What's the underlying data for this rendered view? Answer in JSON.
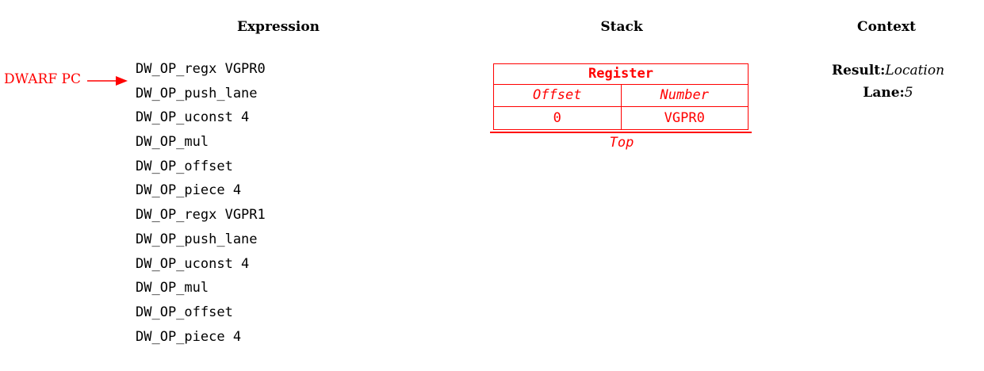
{
  "headings": {
    "expression": "Expression",
    "stack": "Stack",
    "context": "Context"
  },
  "pc": {
    "label": "DWARF PC",
    "color": "#ff0000",
    "points_to_index": 0
  },
  "expression": [
    "DW_OP_regx VGPR0",
    "DW_OP_push_lane",
    "DW_OP_uconst 4",
    "DW_OP_mul",
    "DW_OP_offset",
    "DW_OP_piece 4",
    "DW_OP_regx VGPR1",
    "DW_OP_push_lane",
    "DW_OP_uconst 4",
    "DW_OP_mul",
    "DW_OP_offset",
    "DW_OP_piece 4"
  ],
  "stack": {
    "color": "#ff0000",
    "entry": {
      "title": "Register",
      "columns": [
        "Offset",
        "Number"
      ],
      "values": [
        "0",
        "VGPR0"
      ]
    },
    "top_label": "Top"
  },
  "context": {
    "result_key": "Result:",
    "result_value": "Location",
    "lane_key": "Lane:",
    "lane_value": "5"
  }
}
